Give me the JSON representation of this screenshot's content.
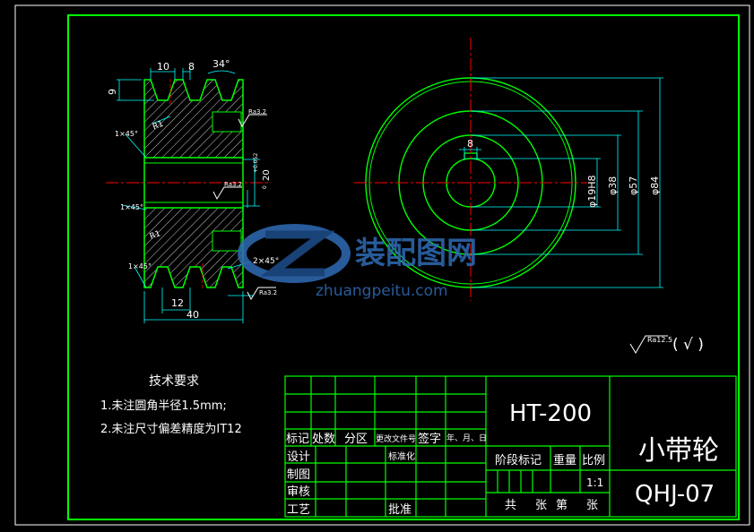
{
  "colors": {
    "background": "#000000",
    "border": "#00ff00",
    "outline": "#00ff00",
    "dimension": "#00ffff",
    "centerline": "#ff0000",
    "hatch": "#ffffff",
    "text": "#ffffff",
    "watermark": "#2f6bb5"
  },
  "dims": {
    "d10": "10",
    "d8_top": "8",
    "d34": "34°",
    "d9": "9",
    "r1_top": "R1",
    "ra32_top": "Ra3.2",
    "c1x45_top": "1×45°",
    "d20": "20",
    "tol_up": "+0.052",
    "tol_lo": "0",
    "ra32_mid": "Ra3.2",
    "c1x45_mid": "1×45°",
    "r1_bot": "R1",
    "c2x45": "2×45°",
    "c1x45_bot": "1×45°",
    "d12": "12",
    "ra32_bot": "Ra3.2",
    "d40": "40",
    "key8": "8",
    "phi19": "φ19H8",
    "phi38": "φ38",
    "phi57": "φ57",
    "phi84": "φ84"
  },
  "roughness": {
    "value": "Ra12.5",
    "suffix": "( √ )"
  },
  "tech": {
    "title": "技术要求",
    "line1": "1.未注圆角半径1.5mm;",
    "line2": "2.未注尺寸偏差精度为IT12"
  },
  "watermark": {
    "cn": "装配图网",
    "url": "zhuangpeitu.com"
  },
  "title_block": {
    "material": "HT-200",
    "part_name": "小带轮",
    "drawing_no": "QHJ-07",
    "h_mark": "标记",
    "h_count": "处数",
    "h_zone": "分区",
    "h_doc": "更改文件号",
    "h_sign": "签字",
    "h_date": "年、月、日",
    "r_design": "设计",
    "r_std": "标准化",
    "r_draw": "制图",
    "r_check": "审核",
    "r_process": "工艺",
    "r_approve": "批准",
    "stage_mark": "阶段标记",
    "weight": "重量",
    "scale": "比例",
    "scale_value": "1:1",
    "sheets_total": "共",
    "sheets_unit1": "张",
    "sheets_no": "第",
    "sheets_unit2": "张"
  }
}
